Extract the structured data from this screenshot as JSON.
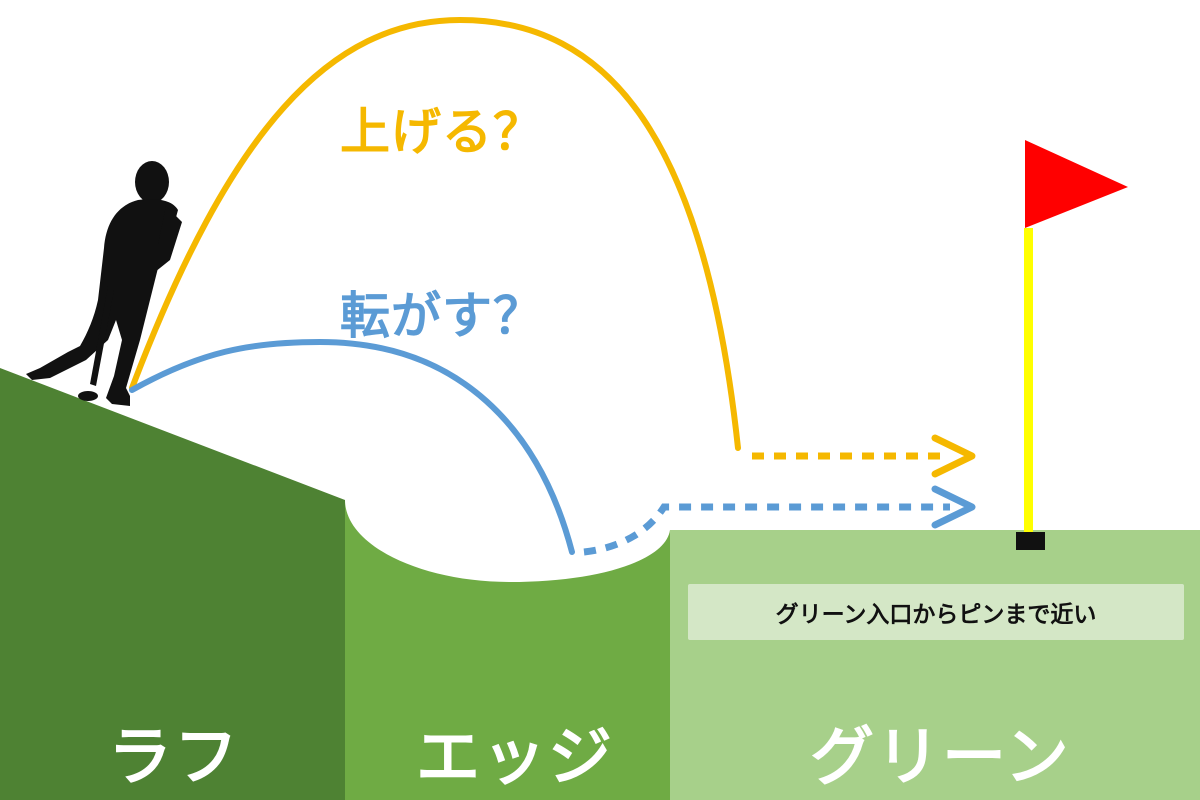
{
  "labels": {
    "high_shot": "上げる？",
    "roll_shot": "転がす？",
    "note": "グリーン入口からピンまで近い"
  },
  "zones": {
    "rough": "ラフ",
    "edge": "エッジ",
    "green": "グリーン"
  },
  "colors": {
    "rough": "#4e8233",
    "edge": "#6fab44",
    "green": "#a7d08a",
    "note_bg": "#d4e7c6",
    "high_shot": "#f5b800",
    "roll_shot": "#5b9bd5",
    "flag": "#ff0000",
    "pole": "#ffff00",
    "golfer": "#111111",
    "hole": "#111111"
  },
  "icons": [
    "golfer-silhouette-icon",
    "flag-icon"
  ]
}
